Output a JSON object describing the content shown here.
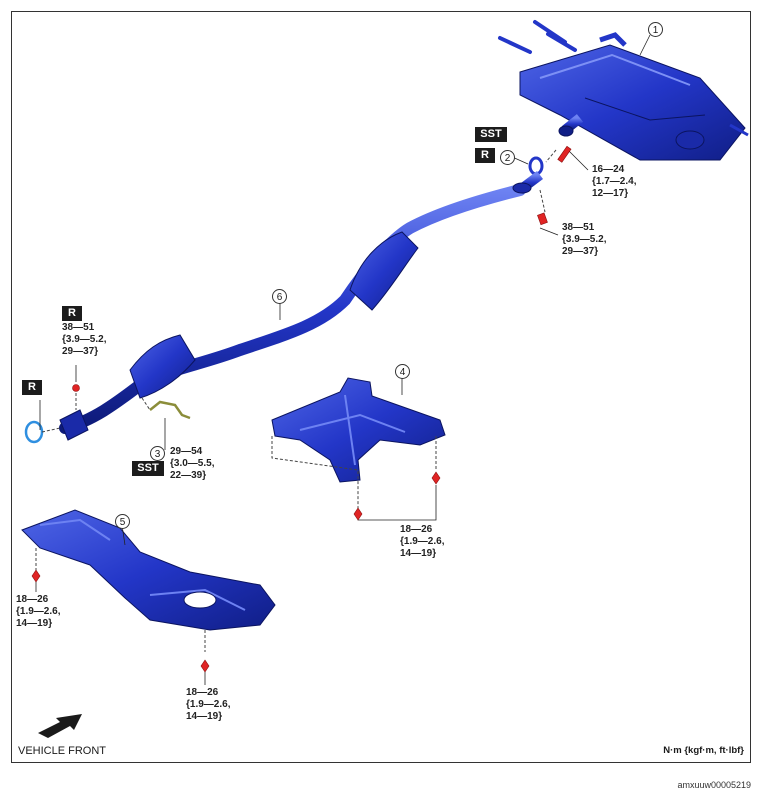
{
  "diagram": {
    "callouts": [
      "1",
      "2",
      "3",
      "4",
      "5",
      "6"
    ],
    "badges": {
      "sst_top": "SST",
      "r_top": "R",
      "r_left_upper": "R",
      "r_left_lower": "R",
      "sst_bottom": "SST"
    },
    "torque": {
      "t1": "16—24\n{1.7—2.4,\n12—17}",
      "t2": "38—51\n{3.9—5.2,\n29—37}",
      "t3": "38—51\n{3.9—5.2,\n29—37}",
      "t4": "29—54\n{3.0—5.5,\n22—39}",
      "t5": "18—26\n{1.9—2.6,\n14—19}",
      "t6": "18—26\n{1.9—2.6,\n14—19}",
      "t7": "18—26\n{1.9—2.6,\n14—19}"
    },
    "vehicle_front": "VEHICLE FRONT",
    "units": "N·m {kgf·m, ft·lbf}",
    "reference_id": "amxuuw00005219"
  },
  "colors": {
    "part_blue": "#2336c8",
    "part_dark": "#101e86",
    "part_light": "#5a72ee",
    "fastener_red": "#e02424",
    "wire_olive": "#8b8d3a"
  }
}
